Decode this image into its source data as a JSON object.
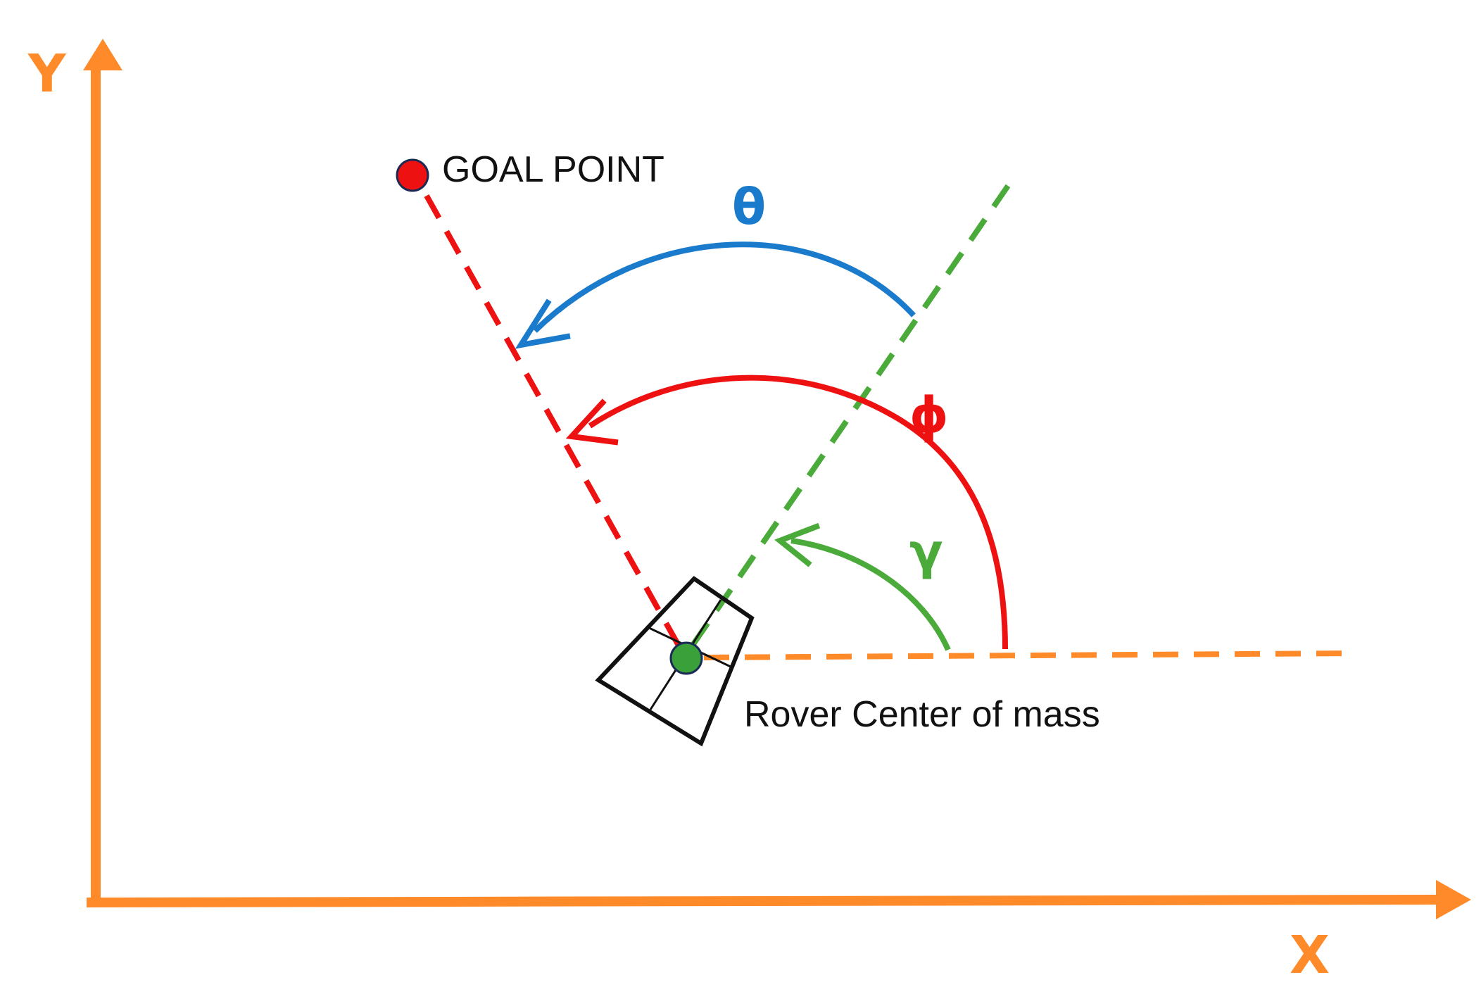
{
  "axes": {
    "x_label": "X",
    "y_label": "Y"
  },
  "labels": {
    "goal_point": "GOAL POINT",
    "rover_center": "Rover Center of mass"
  },
  "angles": {
    "theta": "θ",
    "phi": "ϕ",
    "gamma": "γ"
  },
  "colors": {
    "axis": "#ff8a2a",
    "goal_line": "#ee1111",
    "heading_line": "#4aaa3a",
    "theta_arc": "#1a7bcc",
    "phi_arc": "#ee1111",
    "gamma_arc": "#4aaa3a",
    "goal_point": "#ee1111",
    "rover_center": "#3aa03a",
    "rover_body": "#111111"
  }
}
